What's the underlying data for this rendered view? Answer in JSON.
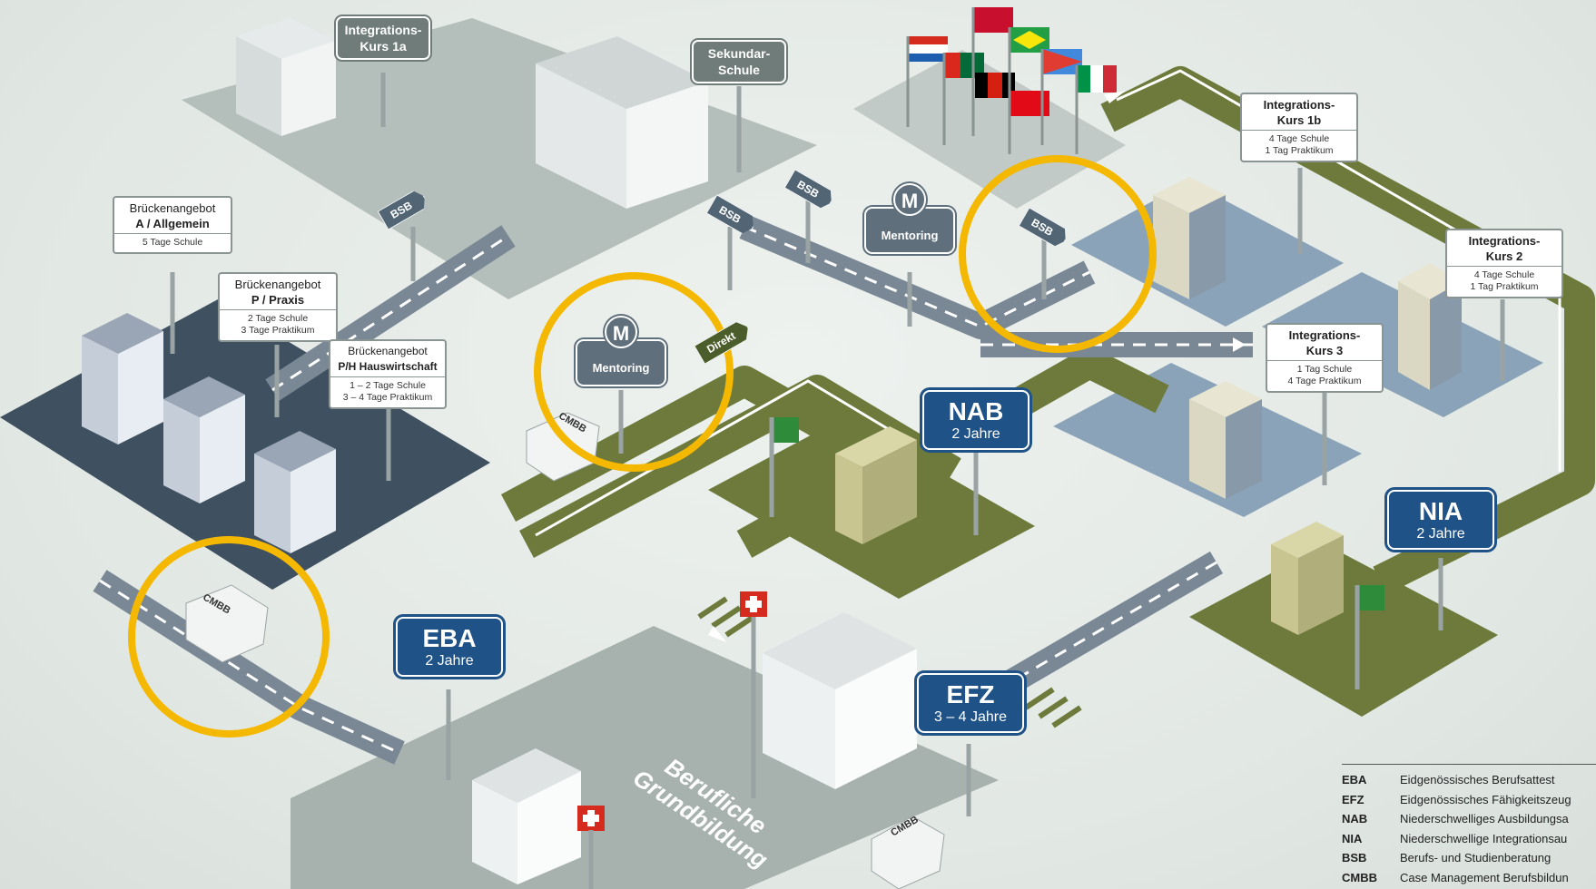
{
  "signs": {
    "integrationskurs_1a": "Integrations-\nKurs 1a",
    "sekundarschule": "Sekundar-\nSchule",
    "integrationskurs_1b": {
      "title": "Integrations-\nKurs 1b",
      "sub": [
        "4 Tage Schule",
        "1 Tag Praktikum"
      ]
    },
    "integrationskurs_2": {
      "title": "Integrations-\nKurs 2",
      "sub": [
        "4 Tage Schule",
        "1 Tag Praktikum"
      ]
    },
    "integrationskurs_3": {
      "title": "Integrations-\nKurs 3",
      "sub": [
        "1 Tag Schule",
        "4 Tage Praktikum"
      ]
    },
    "bruecke_a": {
      "title1": "Brückenangebot",
      "title2": "A / Allgemein",
      "sub": [
        "5 Tage Schule"
      ]
    },
    "bruecke_p": {
      "title1": "Brückenangebot",
      "title2": "P / Praxis",
      "sub": [
        "2 Tage Schule",
        "3 Tage Praktikum"
      ]
    },
    "bruecke_ph": {
      "title1": "Brückenangebot",
      "title2": "P/H Hauswirtschaft",
      "sub": [
        "1 – 2 Tage Schule",
        "3 – 4 Tage Praktikum"
      ]
    },
    "nab": {
      "abbr": "NAB",
      "duration": "2 Jahre"
    },
    "nia": {
      "abbr": "NIA",
      "duration": "2 Jahre"
    },
    "eba": {
      "abbr": "EBA",
      "duration": "2 Jahre"
    },
    "efz": {
      "abbr": "EFZ",
      "duration": "3 – 4 Jahre"
    },
    "mentoring": {
      "letter": "M",
      "label": "Mentoring"
    },
    "bsb": "BSB",
    "direkt": "Direkt",
    "cmbb": "CMBB"
  },
  "region_label": "Berufliche\nGrundbildung",
  "legend": [
    {
      "abbr": "EBA",
      "text": "Eidgenössisches Berufsattest"
    },
    {
      "abbr": "EFZ",
      "text": "Eidgenössisches Fähigkeitszeug"
    },
    {
      "abbr": "NAB",
      "text": "Niederschwelliges Ausbildungsa"
    },
    {
      "abbr": "NIA",
      "text": "Niederschwellige Integrationsau"
    },
    {
      "abbr": "BSB",
      "text": "Berufs- und Studienberatung"
    },
    {
      "abbr": "CMBB",
      "text": "Case Management Berufsbildun"
    }
  ],
  "colors": {
    "highlight_ring": "#f5b800",
    "grey_platform": "#b7c0bd",
    "dark_platform": "#3f5060",
    "blue_platform": "#8ba3b8",
    "olive_platform": "#6d7a3c",
    "sign_blue": "#1f5287"
  }
}
